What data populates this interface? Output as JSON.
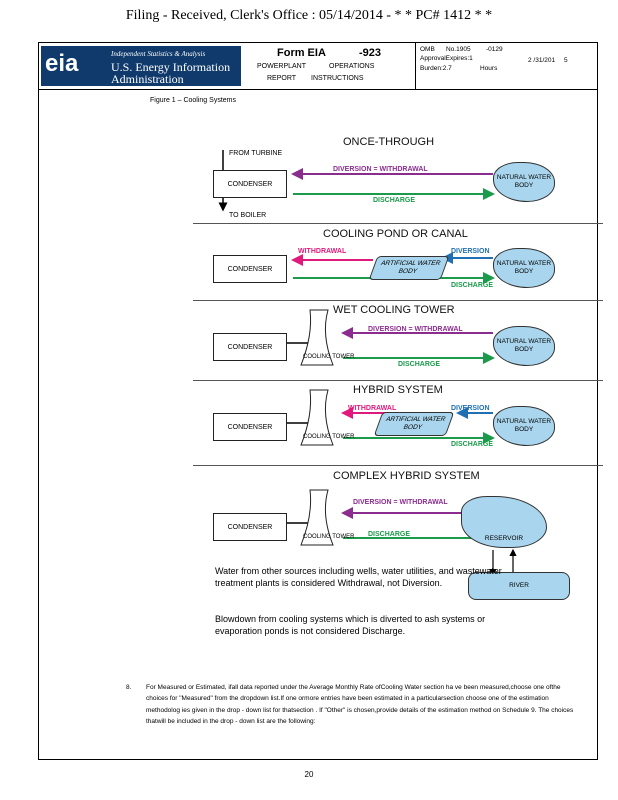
{
  "stamp": "Filing - Received, Clerk's Office : 05/14/2014 - * * PC# 1412 * *",
  "header": {
    "logo_mark": "eia",
    "logo_small": "Independent Statistics & Analysis",
    "logo_name_1": "U.S. Energy Information",
    "logo_name_2": "Administration",
    "form_title": "Form EIA",
    "form_number": "-923",
    "sub_left_1": "POWERPLANT",
    "sub_right_1": "OPERATIONS",
    "sub_left_2": "REPORT",
    "sub_right_2": "INSTRUCTIONS",
    "omb_1": "OMB",
    "omb_2": "No.1905",
    "omb_3": "-0129",
    "approval": "ApprovalExpires:1",
    "approval_date": "2 /31/201",
    "approval_end": "5",
    "burden": "Burden:2.7",
    "hours": "Hours"
  },
  "figure_caption": "Figure 1 – Cooling Systems",
  "diagram": {
    "once_through": {
      "title": "ONCE-THROUGH",
      "from_turbine": "FROM TURBINE",
      "condenser": "CONDENSER",
      "to_boiler": "TO BOILER",
      "diversion": "DIVERSION = WITHDRAWAL",
      "discharge": "DISCHARGE",
      "water_body": "NATURAL WATER BODY"
    },
    "pond": {
      "title": "COOLING POND OR CANAL",
      "condenser": "CONDENSER",
      "withdrawal": "WITHDRAWAL",
      "diversion": "DIVERSION",
      "discharge": "DISCHARGE",
      "artificial": "ARTIFICIAL WATER BODY",
      "water_body": "NATURAL WATER BODY"
    },
    "wet_tower": {
      "title": "WET COOLING TOWER",
      "condenser": "CONDENSER",
      "tower": "COOLING TOWER",
      "diversion": "DIVERSION = WITHDRAWAL",
      "discharge": "DISCHARGE",
      "water_body": "NATURAL WATER BODY"
    },
    "hybrid": {
      "title": "HYBRID SYSTEM",
      "condenser": "CONDENSER",
      "tower": "COOLING TOWER",
      "withdrawal": "WITHDRAWAL",
      "diversion": "DIVERSION",
      "discharge": "DISCHARGE",
      "artificial": "ARTIFICIAL WATER BODY",
      "water_body": "NATURAL WATER BODY"
    },
    "complex": {
      "title": "COMPLEX HYBRID SYSTEM",
      "condenser": "CONDENSER",
      "tower": "COOLING TOWER",
      "diversion": "DIVERSION = WITHDRAWAL",
      "discharge": "DISCHARGE",
      "reservoir": "RESERVOIR",
      "river": "RIVER"
    },
    "note_1": "Water from other sources including wells, water utilities, and wastewater treatment plants is considered Withdrawal, not Diversion.",
    "note_2": "Blowdown from cooling systems which is diverted to ash systems or evaporation ponds is not considered Discharge."
  },
  "paragraph": {
    "number": "8.",
    "text": "For Measured or Estimated, ifall data reported under the Average Monthly Rate ofCooling Water section ha ve been measured,choose one ofthe choices for \"Measured\" from the dropdown list.If one ormore entries have been estimated in a particularsection choose one of the estimation methodolog ies given in the drop - down list for thatsection . If \"Other\" is chosen,provide details of the estimation method on Schedule 9. The choices thatwill be included in the drop - down list are the following:"
  },
  "page_number": "20",
  "colors": {
    "diversion": "#8a2d8f",
    "withdrawal": "#e0197d",
    "discharge": "#1a9a4a",
    "diversion_blue": "#1f6fb2",
    "water": "#a9d6ee",
    "logo_bg": "#0f3a6b"
  }
}
